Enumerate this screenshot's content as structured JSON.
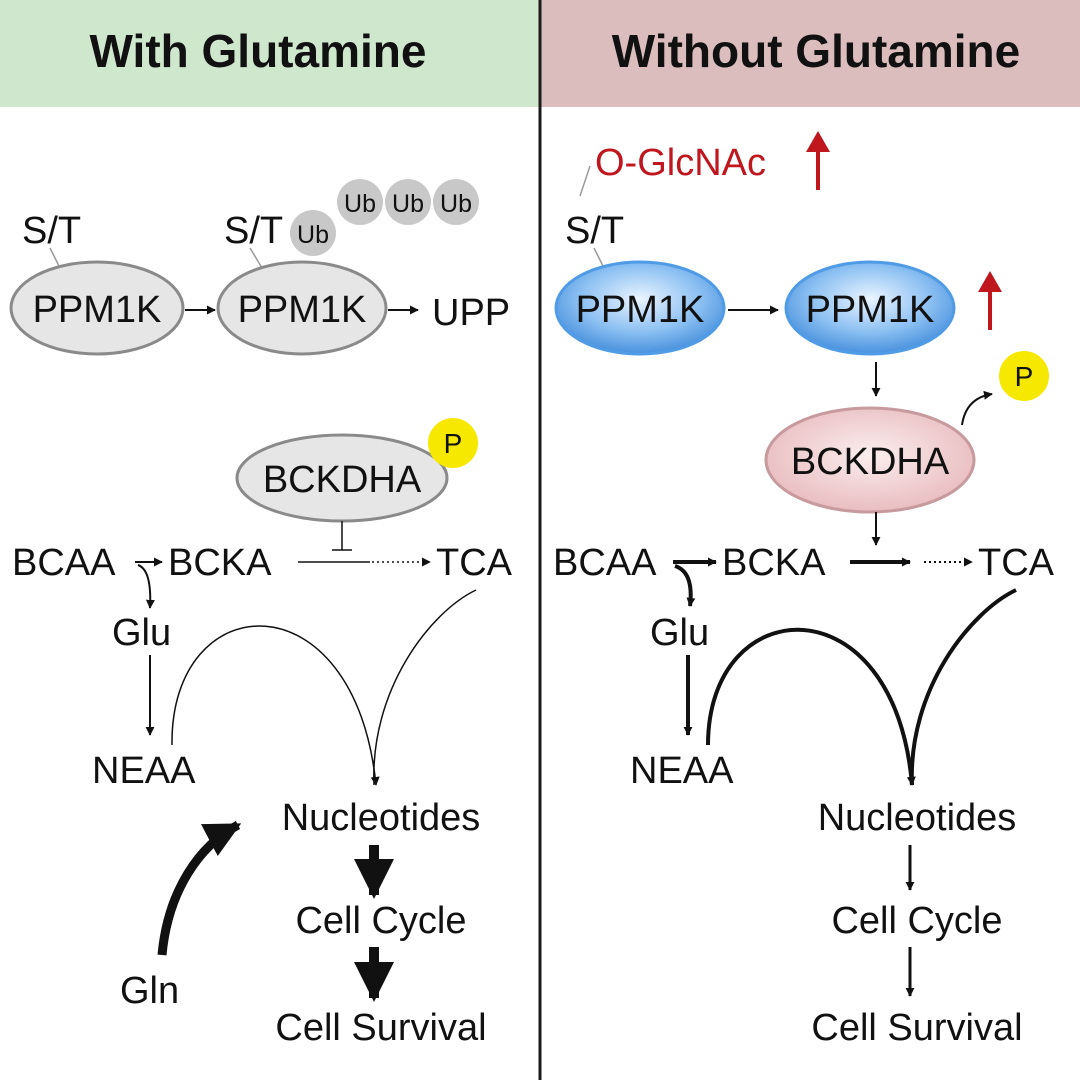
{
  "panels": {
    "left": {
      "title": "With Glutamine",
      "header_color": "#cfe8cd"
    },
    "right": {
      "title": "Without Glutamine",
      "header_color": "#dcbdbd"
    }
  },
  "labels": {
    "site": "S/T",
    "ppm1k": "PPM1K",
    "ub": "Ub",
    "upp": "UPP",
    "ogl": "O-GlcNAc",
    "bckdha": "BCKDHA",
    "p": "P",
    "bcaa": "BCAA",
    "bcka": "BCKA",
    "tca": "TCA",
    "glu": "Glu",
    "neaa": "NEAA",
    "nucleotides": "Nucleotides",
    "cellcycle": "Cell Cycle",
    "survival": "Cell Survival",
    "gln": "Gln"
  },
  "colors": {
    "ppm1k_grey": "#e6e6e6",
    "ppm1k_blue": "#4f9be6",
    "bckdha_pink": "#ebc6c8",
    "phospho_yellow": "#f7e800",
    "ub_grey": "#c8c8c8",
    "up_arrow_red": "#c0161e",
    "divider": "#1a1a1a"
  },
  "icons": {
    "upregulated": "red-up-arrow-icon",
    "phosphate": "yellow-circle-p-icon",
    "ubiquitin": "grey-circle-ub-icon"
  }
}
